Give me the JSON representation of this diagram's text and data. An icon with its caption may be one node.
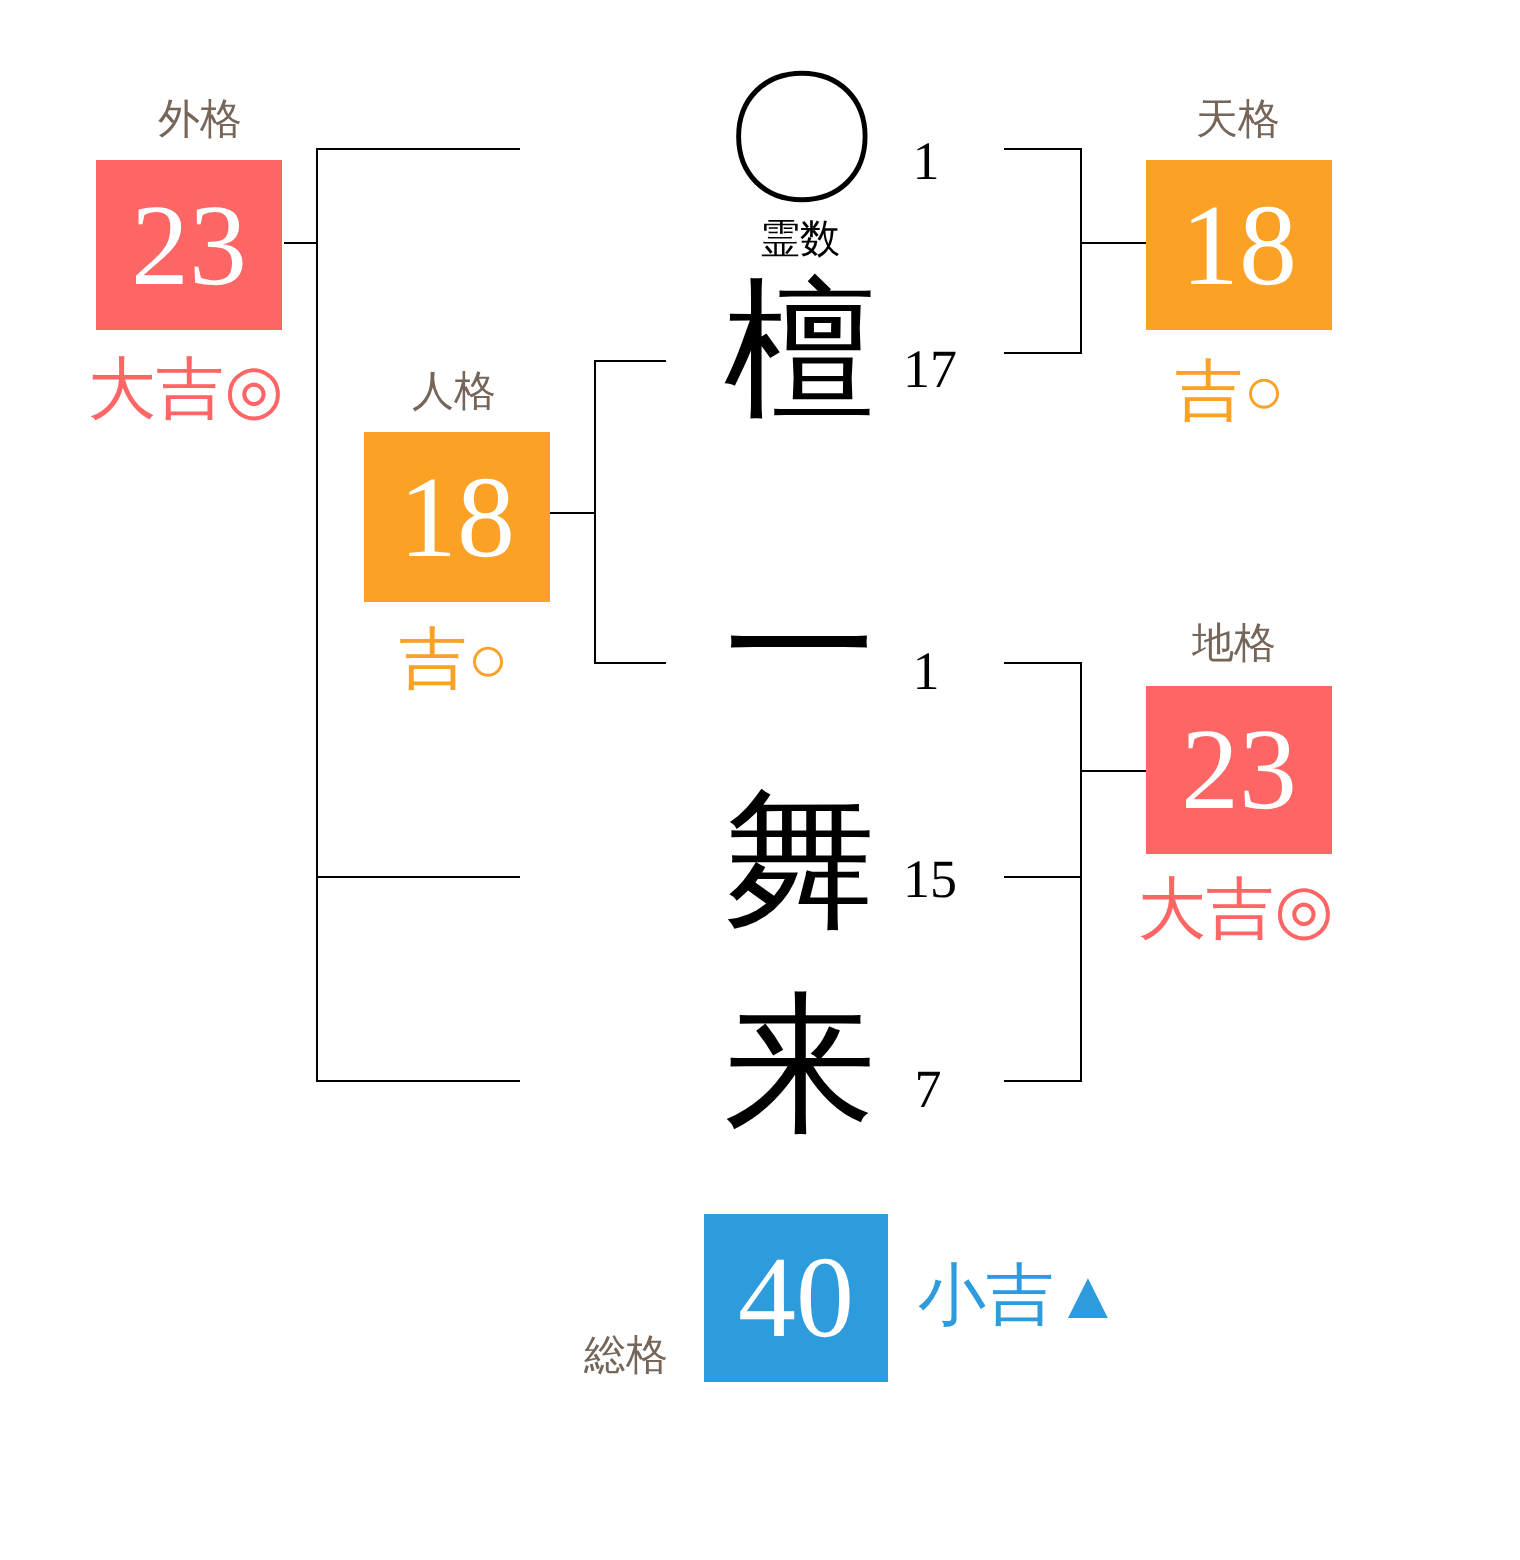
{
  "diagram": {
    "nodes": [
      {
        "text": [
          "外格",
          "23"
        ],
        "beside": [
          "大吉◎"
        ]
      },
      {
        "text": [
          "天格",
          "18"
        ],
        "beside": [
          "吉○"
        ]
      },
      {
        "text": [
          "人格",
          "18"
        ],
        "beside": [
          "吉○"
        ]
      },
      {
        "text": [
          "地格",
          "23"
        ],
        "beside": [
          "大吉◎"
        ]
      },
      {
        "text": [
          "総格",
          "40"
        ],
        "beside": [
          "小吉▲"
        ]
      }
    ],
    "labels": [
      "〇",
      "1",
      "霊数",
      "檀",
      "17",
      "一",
      "1",
      "舞",
      "15",
      "来",
      "7"
    ]
  }
}
